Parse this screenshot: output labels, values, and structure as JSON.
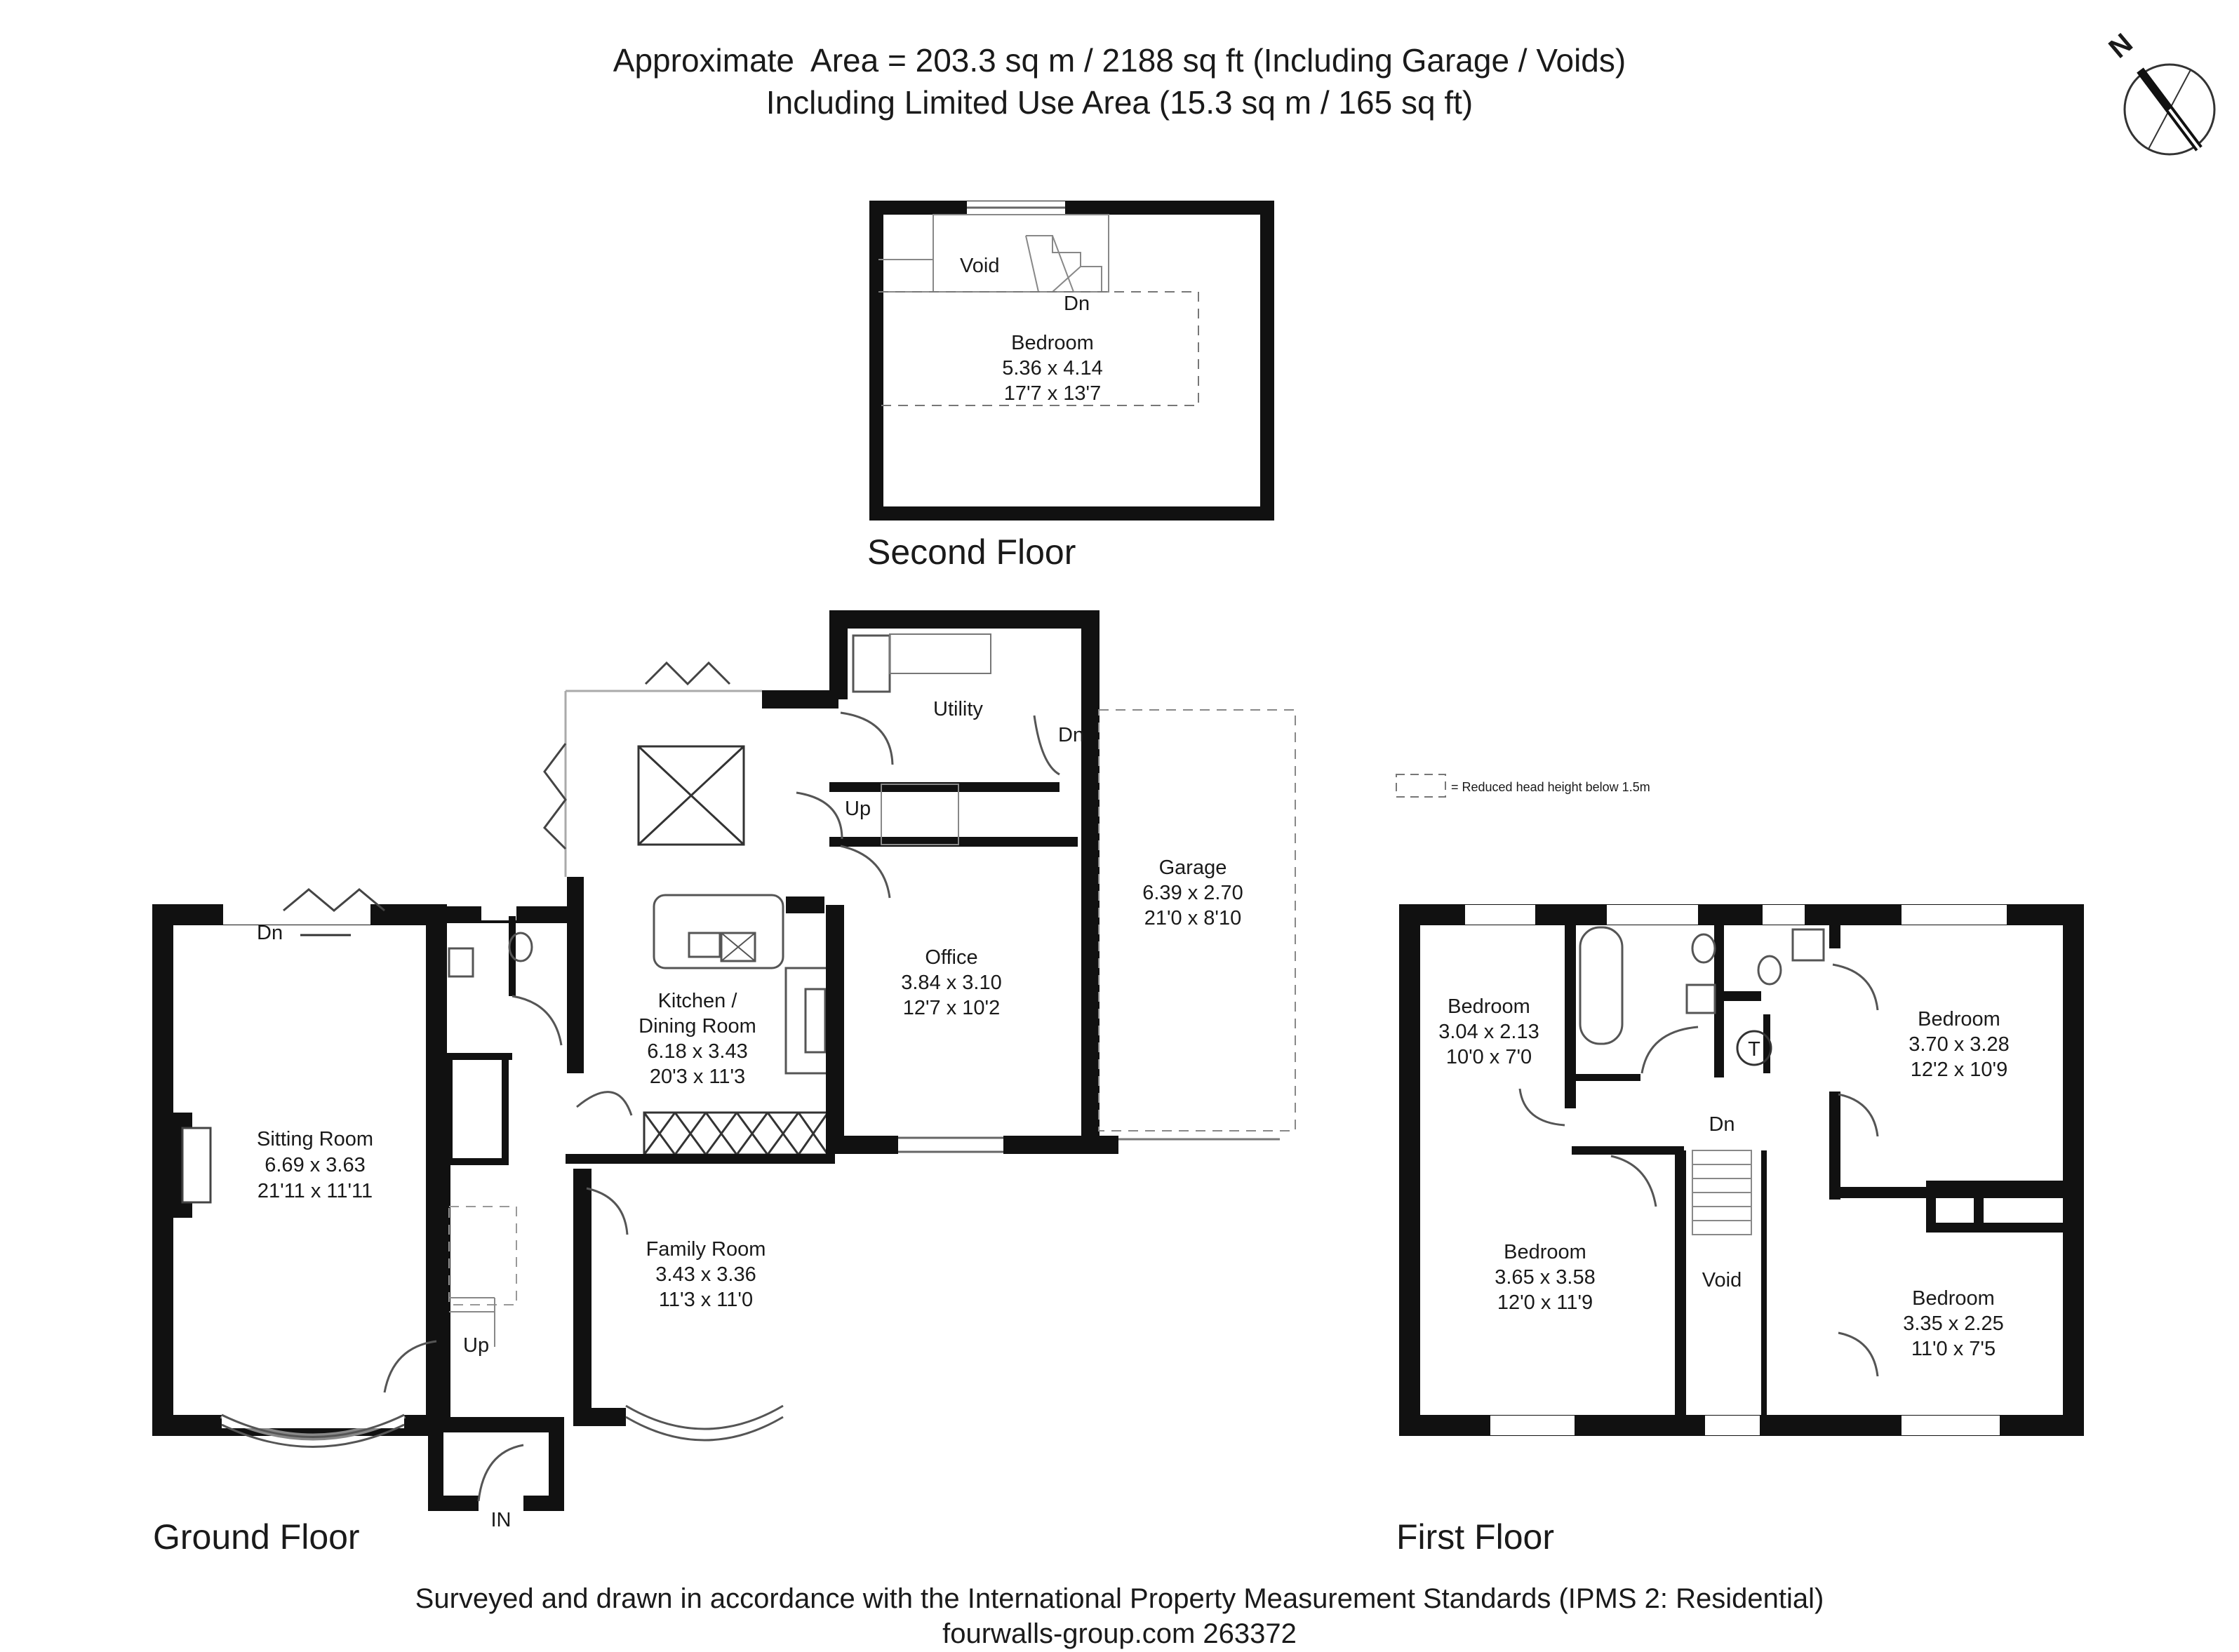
{
  "header": {
    "line1": "Approximate  Area = 203.3 sq m / 2188 sq ft (Including Garage / Voids)",
    "line2": "Including Limited Use Area (15.3 sq m / 165 sq ft)"
  },
  "compass": {
    "letter": "N"
  },
  "legend": {
    "text": "= Reduced head height below 1.5m"
  },
  "floors": {
    "second": "Second Floor",
    "ground": "Ground Floor",
    "first": "First Floor"
  },
  "second_floor": {
    "bedroom": {
      "name": "Bedroom",
      "metric": "5.36 x 4.14",
      "imperial": "17'7 x 13'7"
    },
    "void": "Void",
    "dn": "Dn"
  },
  "ground_floor": {
    "sitting": {
      "name": "Sitting Room",
      "metric": "6.69 x 3.63",
      "imperial": "21'11 x 11'11"
    },
    "kitchen": {
      "name1": "Kitchen /",
      "name2": "Dining Room",
      "metric": "6.18 x 3.43",
      "imperial": "20'3 x 11'3"
    },
    "utility": {
      "name": "Utility"
    },
    "office": {
      "name": "Office",
      "metric": "3.84 x 3.10",
      "imperial": "12'7 x 10'2"
    },
    "garage": {
      "name": "Garage",
      "metric": "6.39 x 2.70",
      "imperial": "21'0 x 8'10"
    },
    "family": {
      "name": "Family Room",
      "metric": "3.43 x 3.36",
      "imperial": "11'3 x 11'0"
    },
    "dn_sitting": "Dn",
    "dn_garage": "Dn",
    "up_kitchen": "Up",
    "up_hall": "Up",
    "entrance": "IN"
  },
  "first_floor": {
    "bed1": {
      "name": "Bedroom",
      "metric": "3.04 x 2.13",
      "imperial": "10'0 x 7'0"
    },
    "bed2": {
      "name": "Bedroom",
      "metric": "3.70 x 3.28",
      "imperial": "12'2 x 10'9"
    },
    "bed3": {
      "name": "Bedroom",
      "metric": "3.65 x 3.58",
      "imperial": "12'0 x 11'9"
    },
    "bed4": {
      "name": "Bedroom",
      "metric": "3.35 x 2.25",
      "imperial": "11'0 x 7'5"
    },
    "void": "Void",
    "dn": "Dn",
    "tank": "T"
  },
  "footer": {
    "line1": "Surveyed and drawn in accordance with the International Property Measurement Standards (IPMS 2: Residential)",
    "line2": "fourwalls-group.com 263372"
  }
}
